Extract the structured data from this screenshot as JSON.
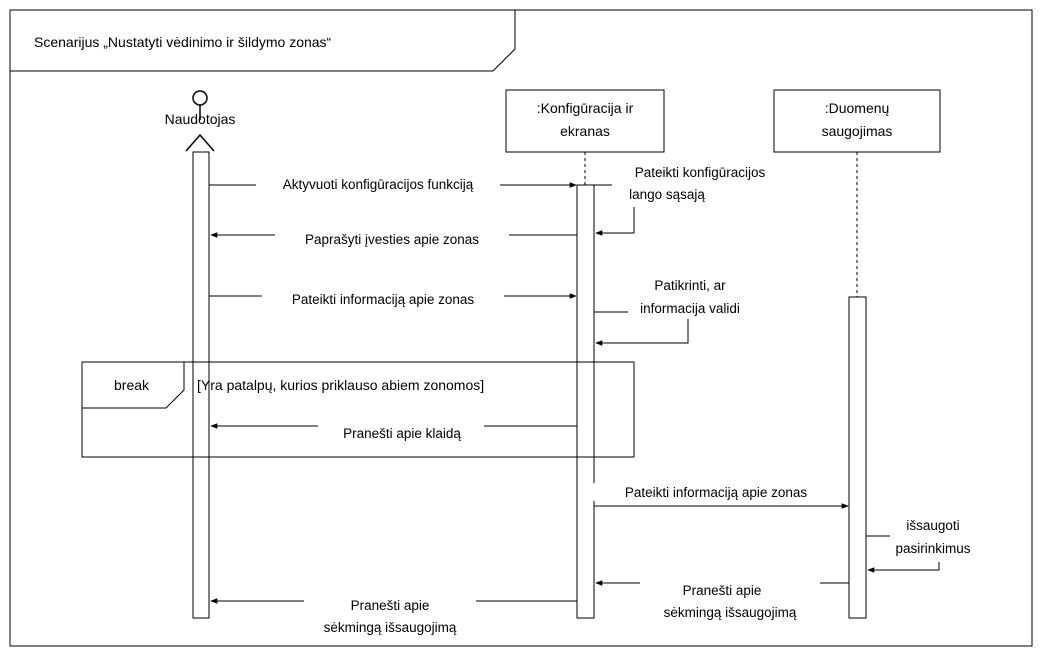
{
  "frame": {
    "title": "Scenarijus  „Nustatyti vėdinimo ir šildymo zonas“"
  },
  "participants": {
    "actor": "Naudotojas",
    "config": [
      ":Konfigūracija ir",
      "ekranas"
    ],
    "storage": [
      ":Duomenų",
      "saugojimas"
    ]
  },
  "messages": {
    "m1": "Aktyvuoti konfigūracijos funkciją",
    "m2": [
      "Pateikti konfigūracijos",
      "lango sąsają"
    ],
    "m3": "Paprašyti įvesties apie zonas",
    "m4": "Pateikti informaciją apie zonas",
    "m5": [
      "Patikrinti, ar",
      "informacija validi"
    ],
    "m6": "Pranešti apie klaidą",
    "m7": "Pateikti informaciją apie zonas",
    "m8": [
      "išsaugoti",
      "pasirinkimus"
    ],
    "m9": [
      "Pranešti apie",
      "sėkmingą išsaugojimą"
    ],
    "m10": [
      "Pranešti apie",
      "sėkmingą išsaugojimą"
    ]
  },
  "fragment": {
    "operator": "break",
    "guard": "[Yra patalpų, kurios priklauso abiem zonomos]"
  }
}
